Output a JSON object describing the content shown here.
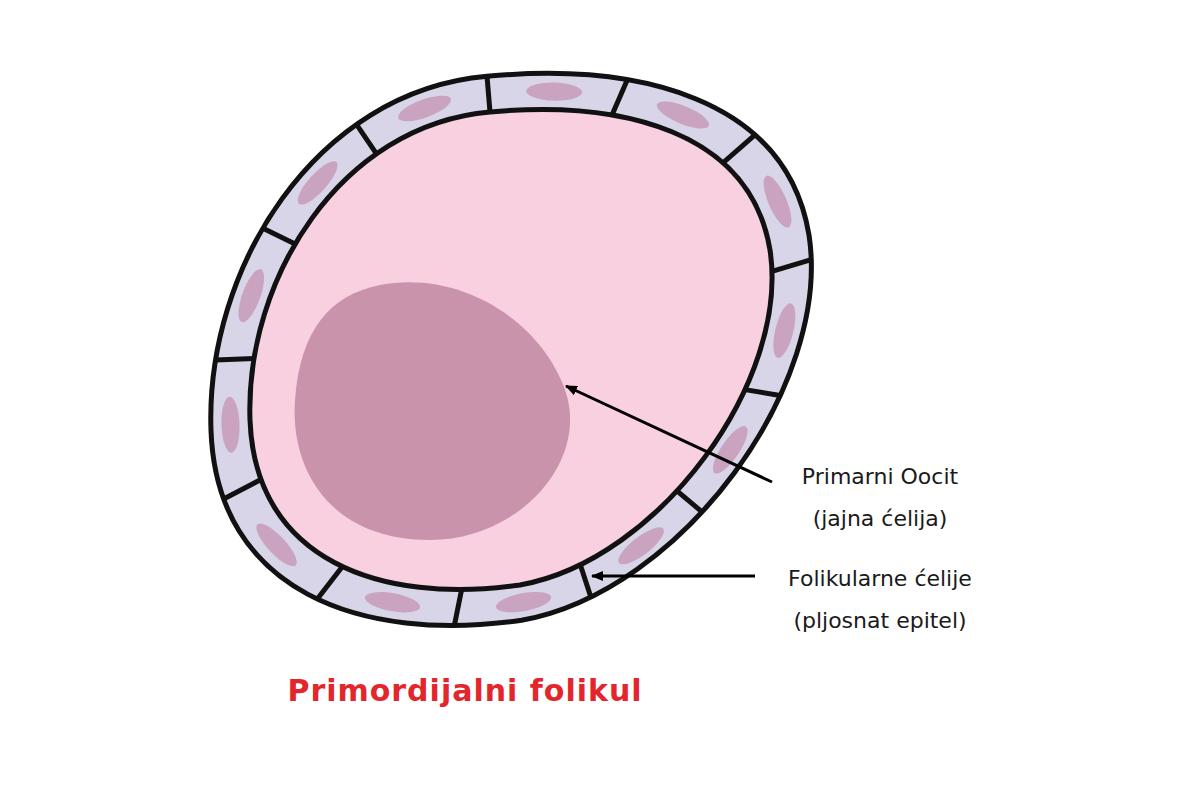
{
  "diagram": {
    "title": "Primordijalni folikul",
    "labels": [
      "Primarni Oocit (jajna ćelija)",
      "Folikularne ćelije (pljosnat epitel)"
    ]
  }
}
